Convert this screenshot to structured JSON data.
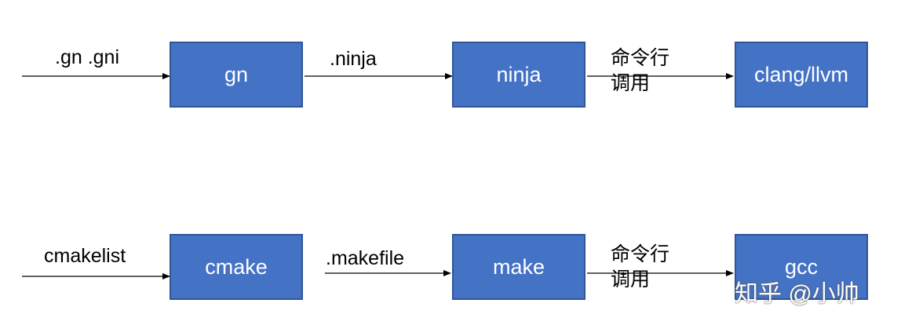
{
  "row1": {
    "input_label": ".gn .gni",
    "nodes": [
      "gn",
      "ninja",
      "clang/llvm"
    ],
    "edge1_label": ".ninja",
    "edge2_label": [
      "命令行",
      "调用"
    ]
  },
  "row2": {
    "input_label": "cmakelist",
    "nodes": [
      "cmake",
      "make",
      "gcc"
    ],
    "edge1_label": ".makefile",
    "edge2_label": [
      "命令行",
      "调用"
    ]
  },
  "watermark": "知乎 @小帅",
  "colors": {
    "box_fill": "#4472c4",
    "box_border": "#2f5597",
    "arrow": "#000000"
  }
}
